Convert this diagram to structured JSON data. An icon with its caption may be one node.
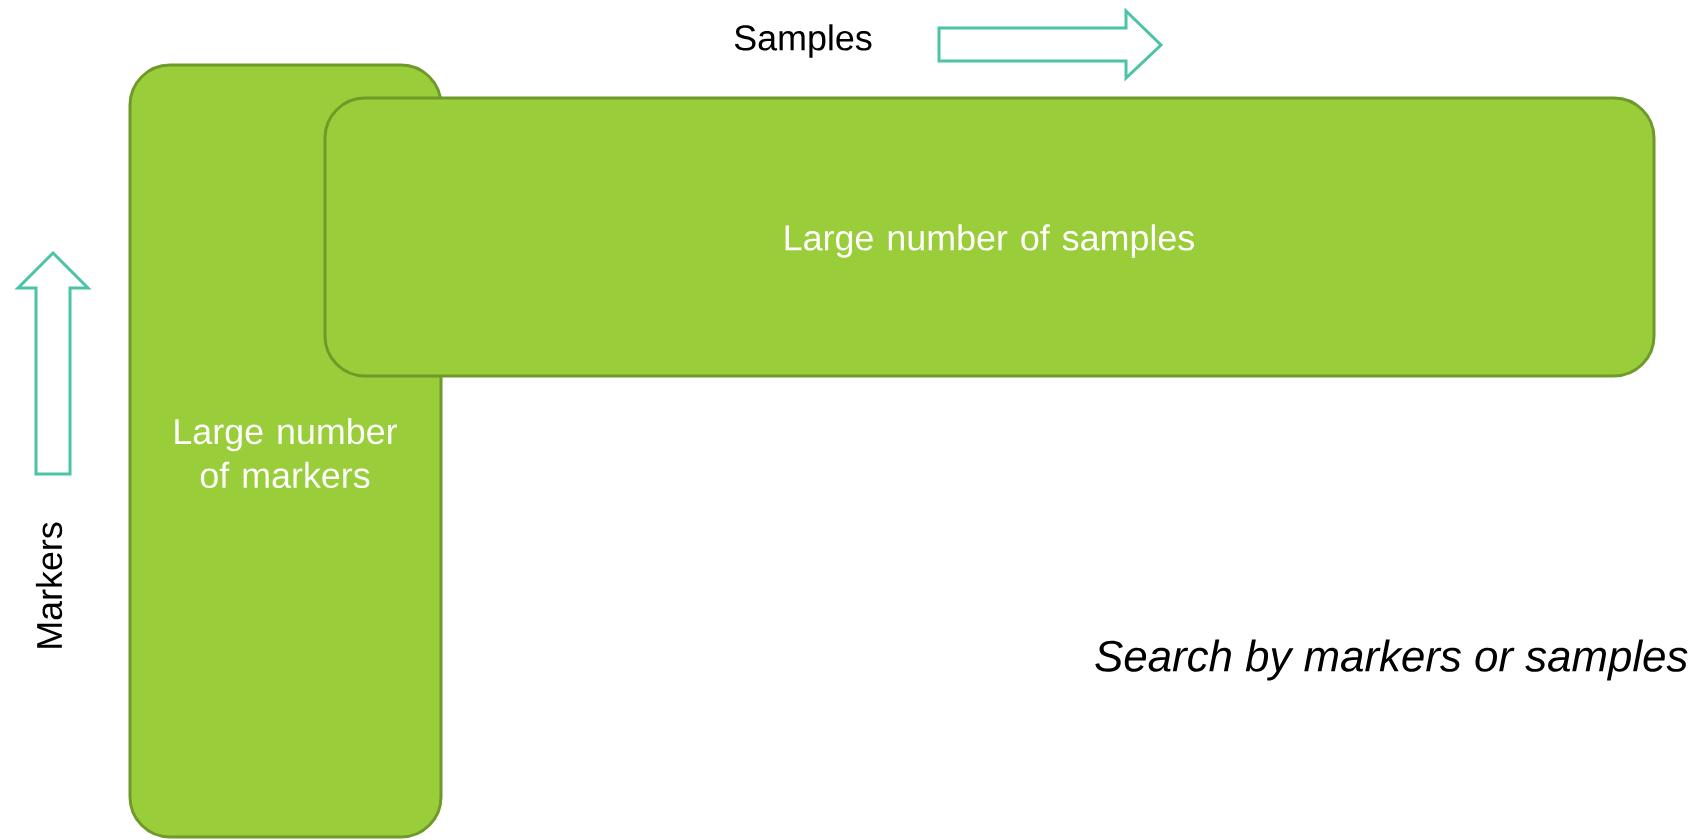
{
  "diagram": {
    "nodes": [
      {
        "text": [
          "Large number of markers"
        ]
      },
      {
        "text": [
          "Large number of samples"
        ]
      }
    ],
    "edges": [],
    "labels": [
      "Samples",
      "Markers",
      "Search by markers or samples"
    ]
  }
}
